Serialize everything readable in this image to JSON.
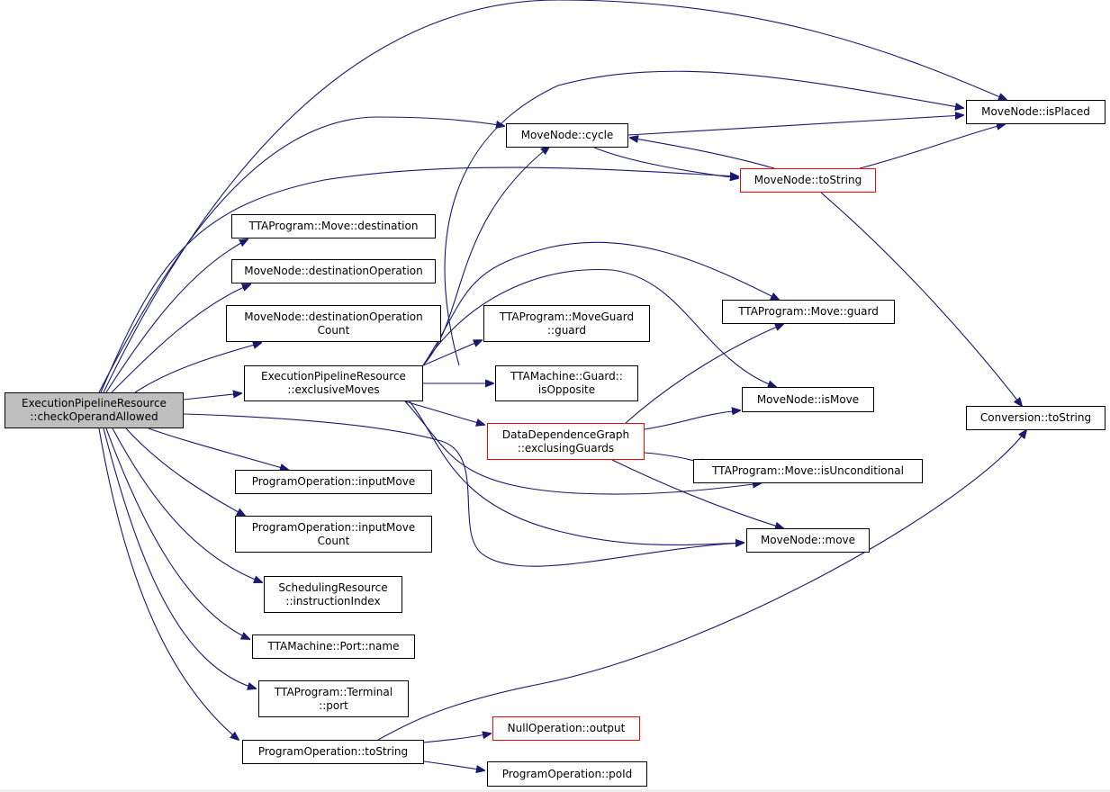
{
  "colors": {
    "edge": "#191970",
    "node_border": "#000000",
    "truncated_border": "#ff0000",
    "root_fill": "#bfbfbf",
    "node_fill": "#ffffff"
  },
  "nodes": {
    "root": {
      "line1": "ExecutionPipelineResource",
      "line2": "::checkOperandAllowed"
    },
    "isPlaced": {
      "line1": "MoveNode::isPlaced"
    },
    "cycle": {
      "line1": "MoveNode::cycle"
    },
    "toString": {
      "line1": "MoveNode::toString"
    },
    "destination": {
      "line1": "TTAProgram::Move::destination"
    },
    "destinationOperation": {
      "line1": "MoveNode::destinationOperation"
    },
    "destinationOperationCount": {
      "line1": "MoveNode::destinationOperation",
      "line2": "Count"
    },
    "exclusiveMoves": {
      "line1": "ExecutionPipelineResource",
      "line2": "::exclusiveMoves"
    },
    "moveGuard": {
      "line1": "TTAProgram::MoveGuard",
      "line2": "::guard"
    },
    "isOpposite": {
      "line1": "TTAMachine::Guard::",
      "line2": "isOpposite"
    },
    "exclusingGuards": {
      "line1": "DataDependenceGraph",
      "line2": "::exclusingGuards"
    },
    "moveGuardMethod": {
      "line1": "TTAProgram::Move::guard"
    },
    "isMove": {
      "line1": "MoveNode::isMove"
    },
    "isUnconditional": {
      "line1": "TTAProgram::Move::isUnconditional"
    },
    "move": {
      "line1": "MoveNode::move"
    },
    "convToString": {
      "line1": "Conversion::toString"
    },
    "inputMove": {
      "line1": "ProgramOperation::inputMove"
    },
    "inputMoveCount": {
      "line1": "ProgramOperation::inputMove",
      "line2": "Count"
    },
    "instructionIndex": {
      "line1": "SchedulingResource",
      "line2": "::instructionIndex"
    },
    "portName": {
      "line1": "TTAMachine::Port::name"
    },
    "terminalPort": {
      "line1": "TTAProgram::Terminal",
      "line2": "::port"
    },
    "poToString": {
      "line1": "ProgramOperation::toString"
    },
    "nullOutput": {
      "line1": "NullOperation::output"
    },
    "poId": {
      "line1": "ProgramOperation::poId"
    }
  }
}
